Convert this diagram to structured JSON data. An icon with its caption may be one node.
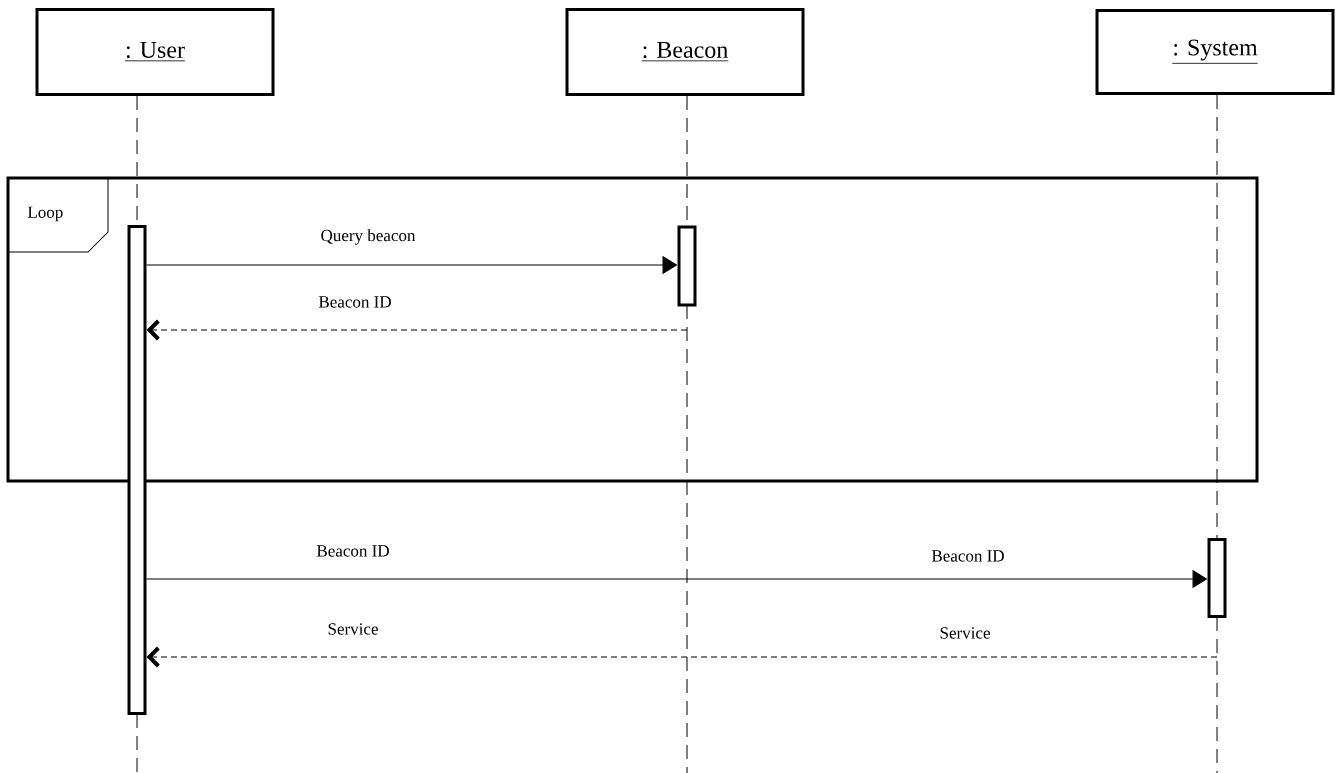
{
  "diagram": {
    "nodes": [
      {
        "text": [
          ": User"
        ]
      },
      {
        "text": [
          ": Beacon"
        ]
      },
      {
        "text": [
          ": System"
        ]
      },
      {
        "text": [],
        "shape": "bar"
      },
      {
        "text": [],
        "shape": "bar"
      },
      {
        "text": [],
        "shape": "bar"
      }
    ],
    "edges": [
      {
        "from": 0,
        "to": 3,
        "arrow": "none",
        "style": "dashed"
      },
      {
        "from": 1,
        "to": 4,
        "arrow": "none",
        "style": "dashed"
      },
      {
        "from": 2,
        "to": 5,
        "arrow": "none",
        "style": "dashed"
      },
      {
        "from": 3,
        "to": 4,
        "arrow": "to",
        "label": "Query beacon"
      },
      {
        "from": null,
        "to": 3,
        "arrow": "to",
        "style": "dashed",
        "label": "Beacon ID"
      },
      {
        "from": 3,
        "to": 5,
        "arrow": "to",
        "label": "Beacon ID"
      },
      {
        "from": null,
        "to": 3,
        "arrow": "to",
        "style": "dashed",
        "label": "Service"
      }
    ],
    "labels": [
      "Loop",
      "Beacon ID",
      "Service"
    ]
  }
}
